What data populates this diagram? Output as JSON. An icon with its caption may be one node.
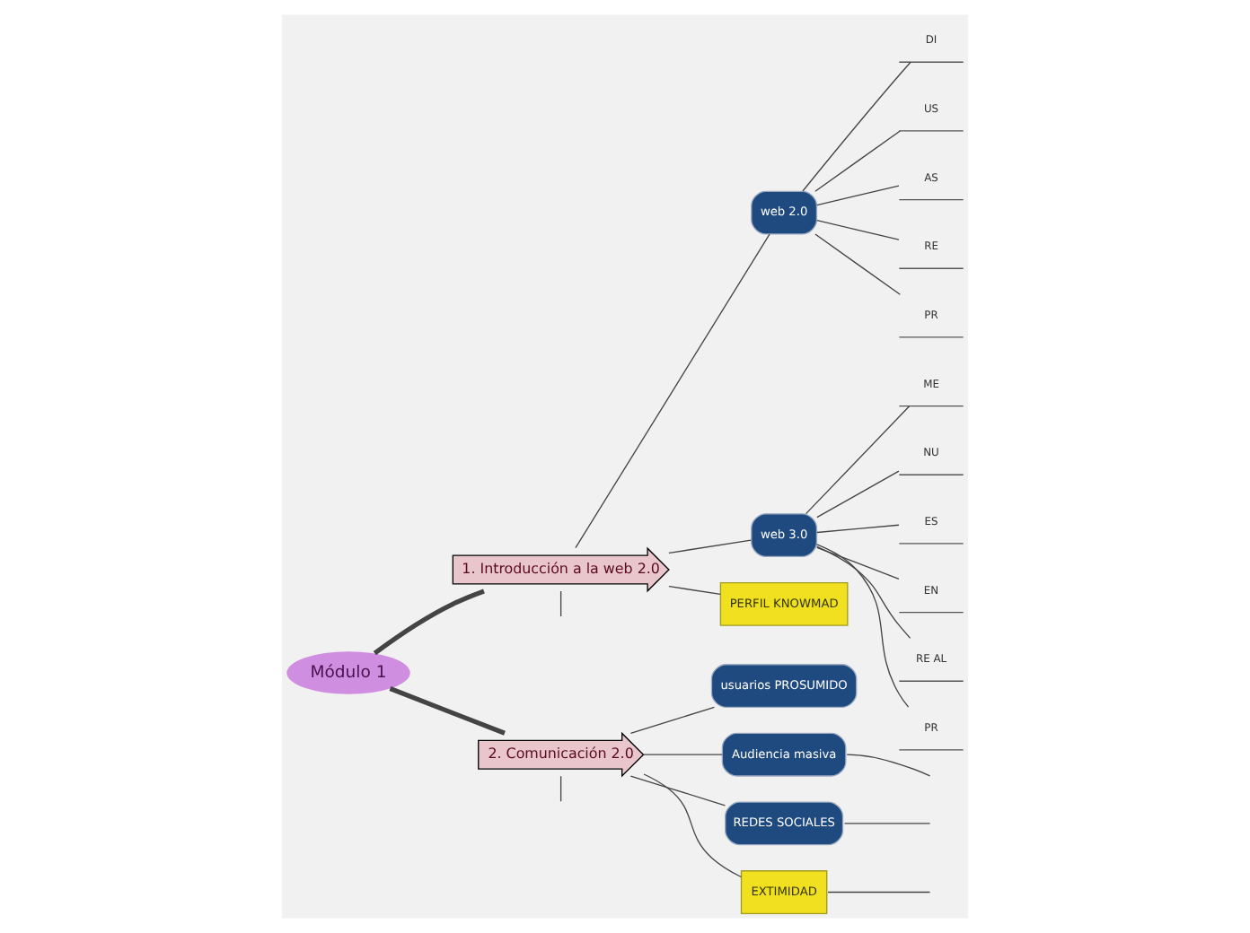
{
  "diagram": {
    "nodes": [
      {
        "text": [
          "Módulo 1"
        ]
      },
      {
        "text": [
          "1. Introducción a la web 2.0"
        ]
      },
      {
        "text": [
          "web 2.0"
        ]
      },
      {
        "text": [
          "DI"
        ]
      },
      {
        "text": [
          "US"
        ]
      },
      {
        "text": [
          "AS"
        ]
      },
      {
        "text": [
          "RE"
        ]
      },
      {
        "text": [
          "PR"
        ]
      },
      {
        "text": [
          "web 3.0"
        ]
      },
      {
        "text": [
          "ME"
        ]
      },
      {
        "text": [
          "NU"
        ]
      },
      {
        "text": [
          "ES"
        ]
      },
      {
        "text": [
          "EN"
        ]
      },
      {
        "text": [
          "RE AL"
        ]
      },
      {
        "text": [
          "PR"
        ]
      },
      {
        "text": [
          "PERFIL KNOWMAD"
        ]
      },
      {
        "text": [
          "2. Comunicación 2.0"
        ]
      },
      {
        "text": [
          "usuarios PROSUMIDO"
        ]
      },
      {
        "text": [
          "Audiencia masiva"
        ]
      },
      {
        "text": [
          "REDES SOCIALES"
        ]
      },
      {
        "text": [
          "EXTIMIDAD"
        ]
      }
    ],
    "edges": [
      {
        "from": 0,
        "to": 1,
        "arrow": "none",
        "style": "thick"
      },
      {
        "from": 1,
        "to": null,
        "arrow": "none"
      },
      {
        "from": 1,
        "to": 2,
        "arrow": "none"
      },
      {
        "from": 2,
        "to": 3,
        "arrow": "none"
      },
      {
        "from": 2,
        "to": 4,
        "arrow": "none"
      },
      {
        "from": 2,
        "to": 5,
        "arrow": "none"
      },
      {
        "from": 2,
        "to": 6,
        "arrow": "none"
      },
      {
        "from": 2,
        "to": 7,
        "arrow": "none"
      },
      {
        "from": 1,
        "to": 8,
        "arrow": "none"
      },
      {
        "from": 8,
        "to": 9,
        "arrow": "none"
      },
      {
        "from": 8,
        "to": 10,
        "arrow": "none"
      },
      {
        "from": 8,
        "to": 11,
        "arrow": "none"
      },
      {
        "from": 8,
        "to": 12,
        "arrow": "none"
      },
      {
        "from": 8,
        "to": 13,
        "arrow": "none"
      },
      {
        "from": 8,
        "to": 14,
        "arrow": "none"
      },
      {
        "from": 1,
        "to": 15,
        "arrow": "none"
      },
      {
        "from": 0,
        "to": 16,
        "arrow": "none",
        "style": "thick"
      },
      {
        "from": 16,
        "to": 17,
        "arrow": "none"
      },
      {
        "from": 16,
        "to": 18,
        "arrow": "none"
      },
      {
        "from": 18,
        "to": null,
        "arrow": "none"
      },
      {
        "from": 16,
        "to": 19,
        "arrow": "none"
      },
      {
        "from": 19,
        "to": null,
        "arrow": "none"
      },
      {
        "from": 16,
        "to": 20,
        "arrow": "none"
      },
      {
        "from": 20,
        "to": null,
        "arrow": "none"
      },
      {
        "from": 16,
        "to": null,
        "arrow": "none"
      }
    ]
  }
}
